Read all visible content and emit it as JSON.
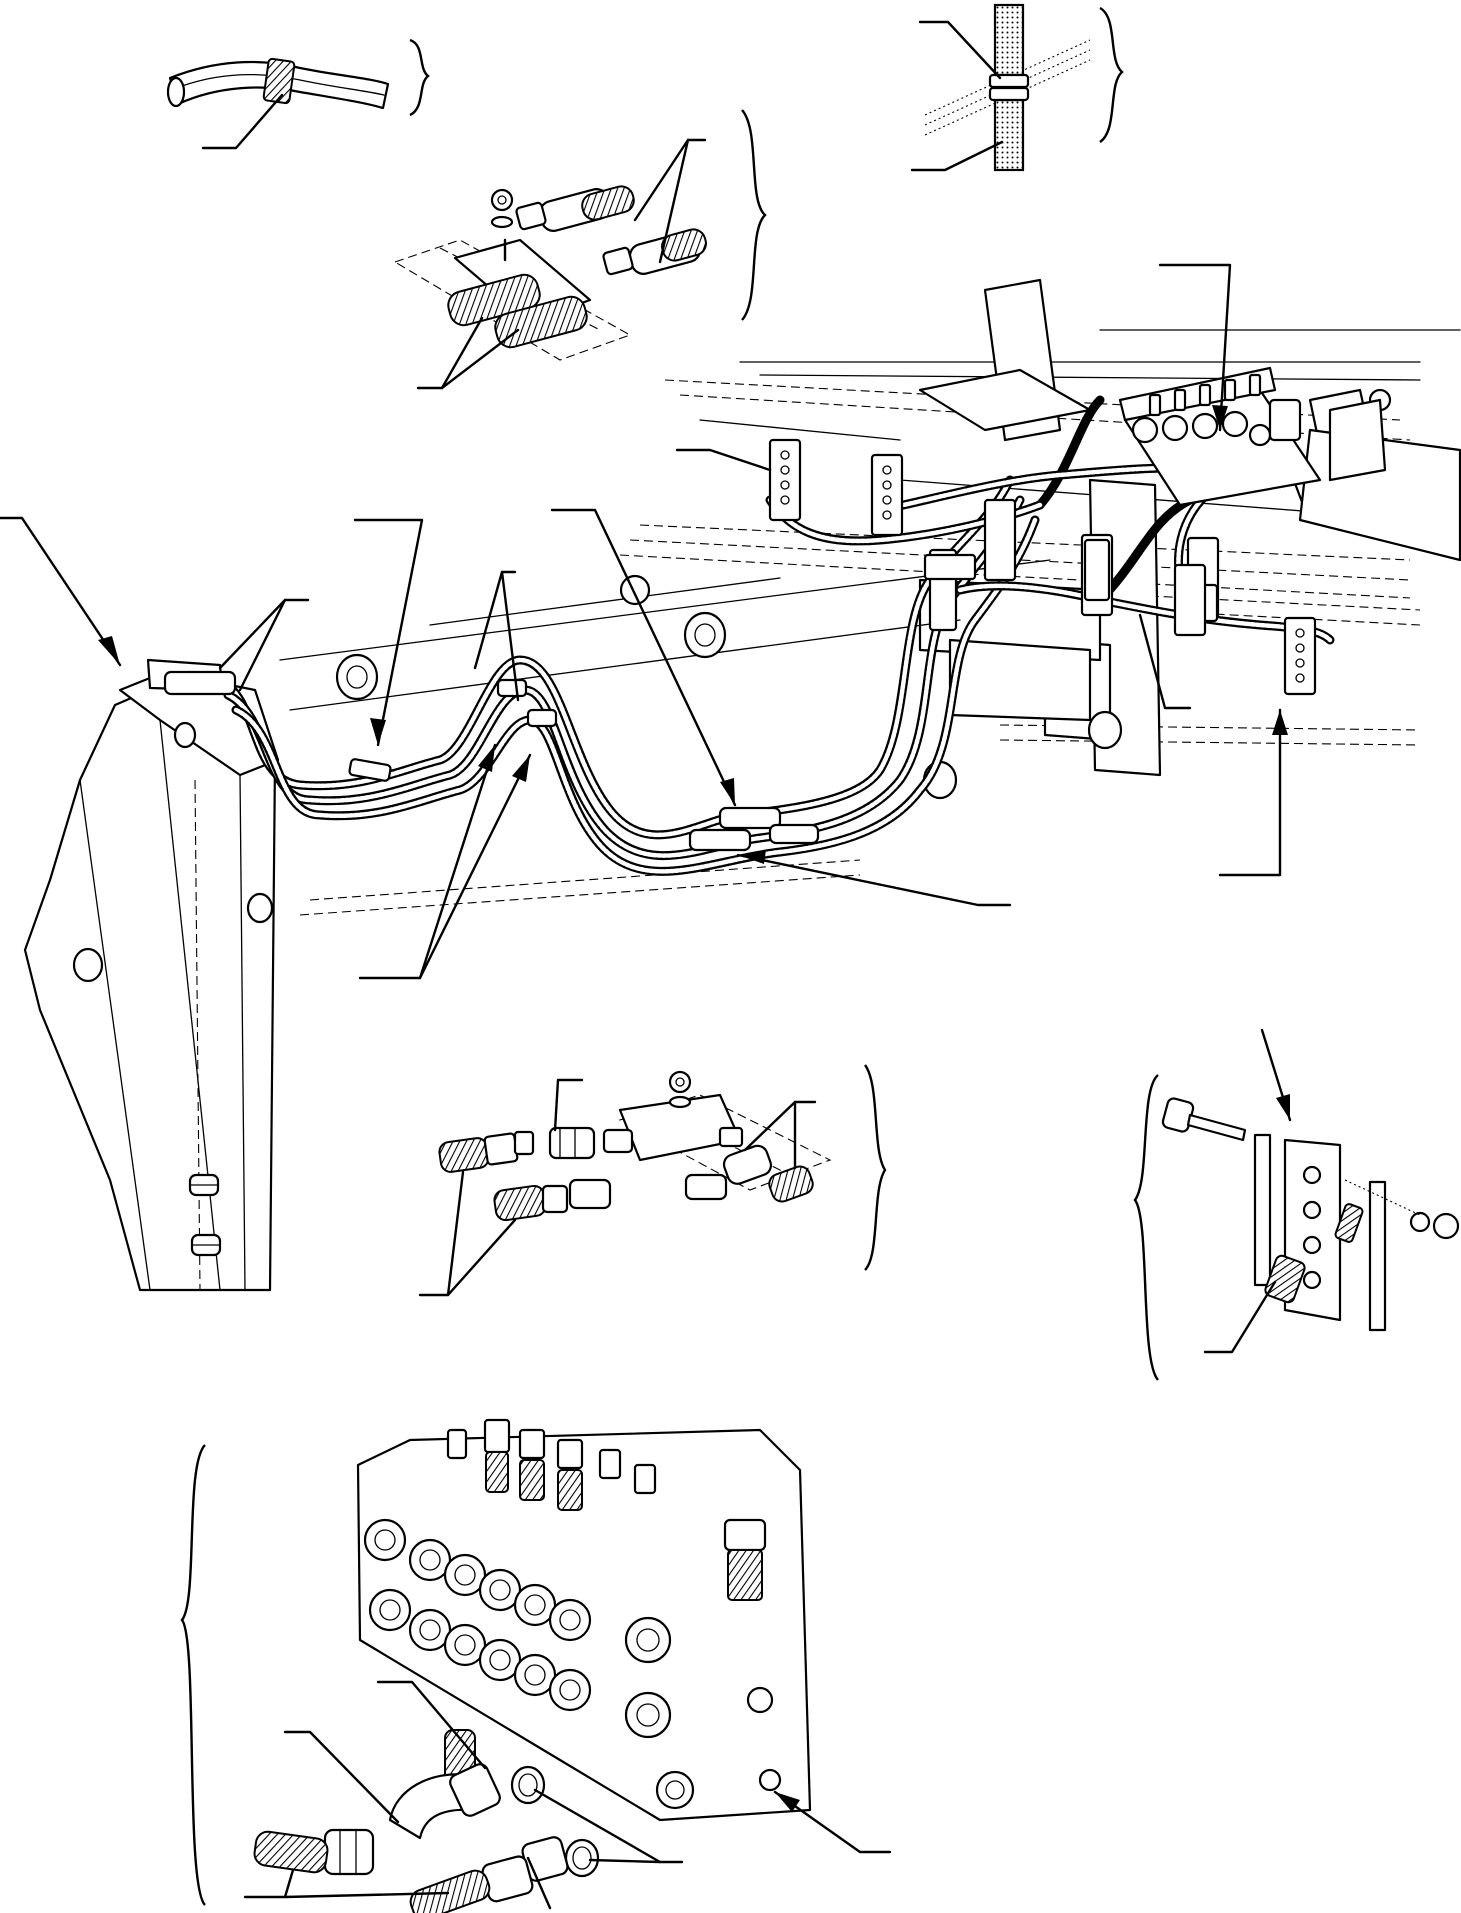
{
  "figure": {
    "kind": "hydraulic hose routing exploded view",
    "colors": {
      "line": "#000000",
      "background": "#ffffff"
    },
    "groups": [
      {
        "id": "detail-hose-clamp-top-left",
        "leaders": 1
      },
      {
        "id": "detail-hose-clamp-top-right",
        "leaders": 2
      },
      {
        "id": "detail-boom-end-fittings",
        "leaders": 2
      },
      {
        "id": "main-boom-hose-assembly",
        "leaders": 9
      },
      {
        "id": "detail-boom-tip-fittings",
        "leaders": 2
      },
      {
        "id": "detail-hose-support-bracket",
        "leaders": 2
      },
      {
        "id": "detail-control-valve-fittings",
        "leaders": 5
      }
    ]
  }
}
